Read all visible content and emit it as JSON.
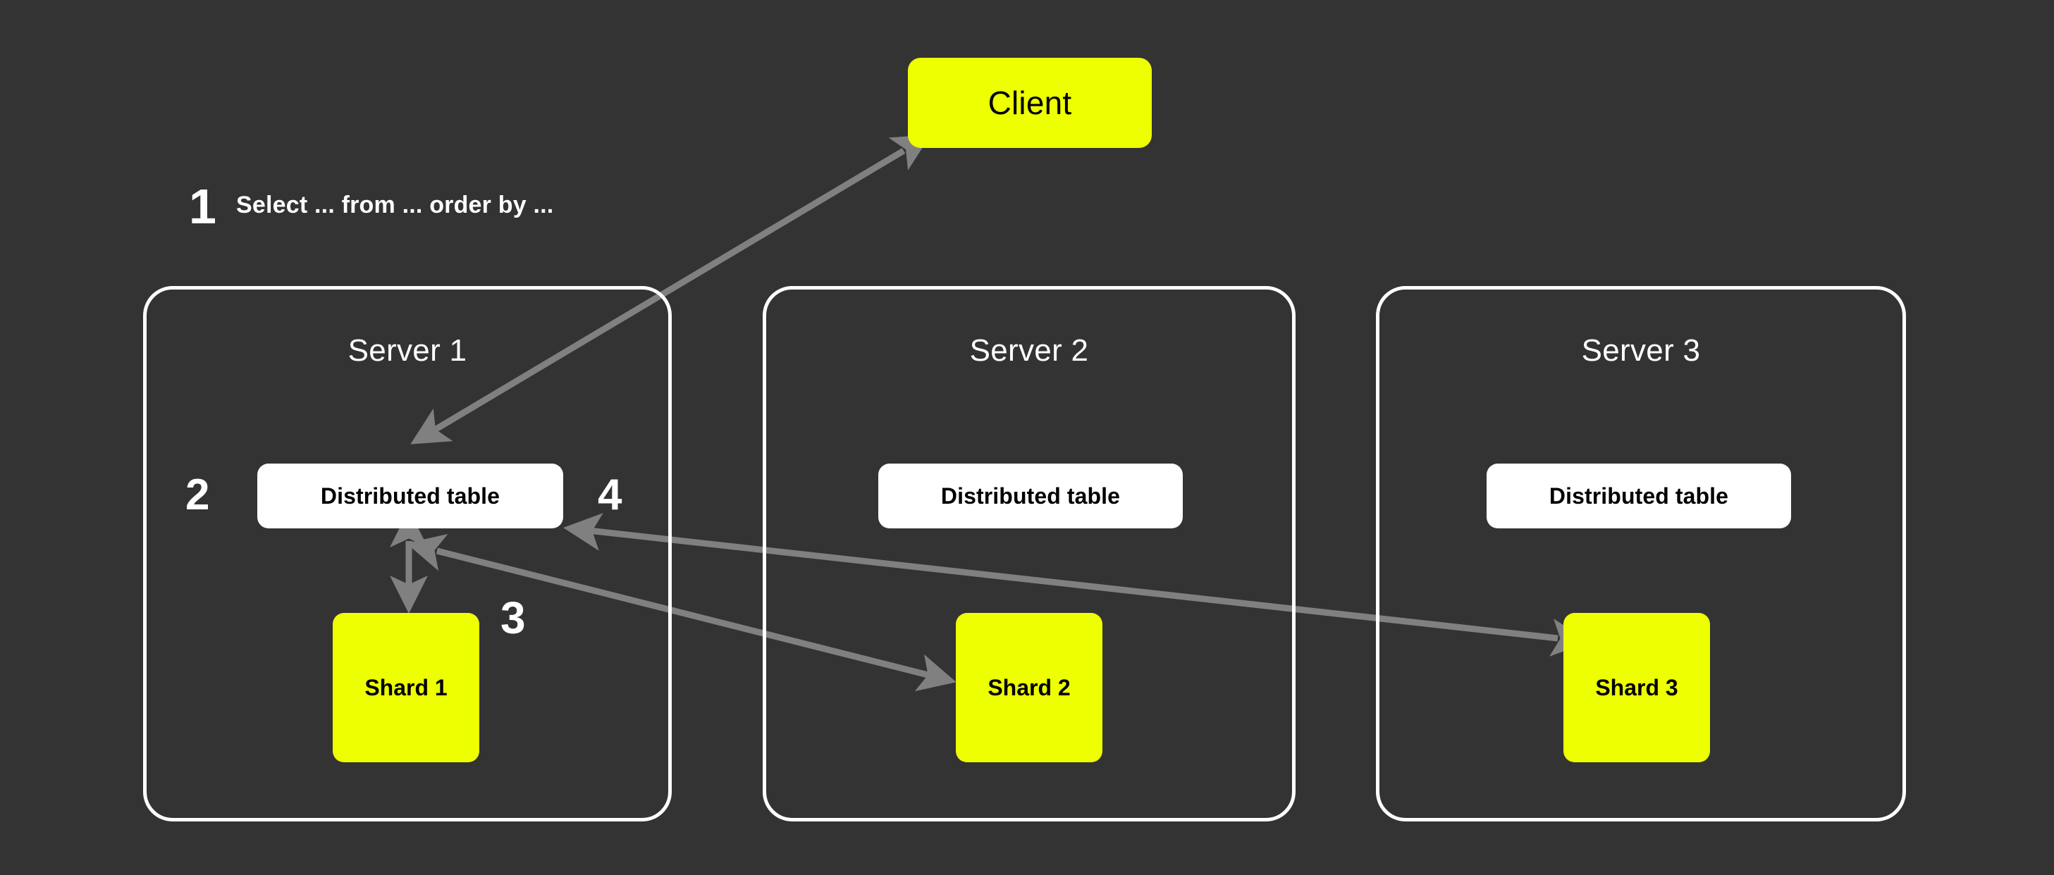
{
  "diagram": {
    "title": "Distributed table query flow across sharded servers",
    "background_color": "#333333",
    "accent_color": "#EDFF00",
    "panel_border_color": "#FFFFFF",
    "arrow_color": "#808080"
  },
  "client": {
    "label": "Client"
  },
  "steps": [
    {
      "number": "1",
      "text": "Select ... from ... order by ..."
    },
    {
      "number": "2",
      "text": ""
    },
    {
      "number": "3",
      "text": ""
    },
    {
      "number": "4",
      "text": ""
    }
  ],
  "servers": [
    {
      "title": "Server 1",
      "distributed_table": "Distributed table",
      "shard": "Shard 1"
    },
    {
      "title": "Server 2",
      "distributed_table": "Distributed table",
      "shard": "Shard 2"
    },
    {
      "title": "Server 3",
      "distributed_table": "Distributed table",
      "shard": "Shard 3"
    }
  ],
  "connections": [
    {
      "name": "client-to-distributed-table-1",
      "from": "Client",
      "to": "Distributed table (Server 1)",
      "style": "double-headed"
    },
    {
      "name": "distributed-table-1-to-shard-1",
      "from": "Distributed table (Server 1)",
      "to": "Shard 1",
      "style": "double-headed"
    },
    {
      "name": "distributed-table-1-to-shard-2",
      "from": "Distributed table (Server 1)",
      "to": "Shard 2",
      "style": "double-headed"
    },
    {
      "name": "shard-3-to-distributed-table-1",
      "from": "Shard 3",
      "to": "Distributed table (Server 1)",
      "style": "double-headed"
    }
  ]
}
